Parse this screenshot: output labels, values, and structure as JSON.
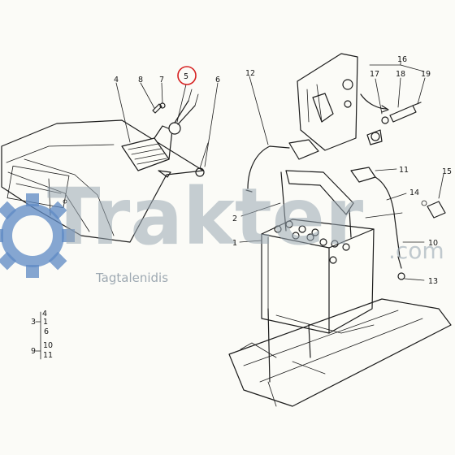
{
  "watermark": {
    "brand": "Trakter",
    "suffix": ".com",
    "tagline": "Tagtalenidis",
    "color": "#9aa8b3",
    "gear_color": "#5d89c4"
  },
  "highlight": {
    "part": "5",
    "color": "#d62020"
  },
  "callouts": {
    "c1": "1",
    "c2": "2",
    "c3": "3",
    "c4": "4",
    "c5": "5",
    "c6": "6",
    "c7": "7",
    "c8": "8",
    "c10": "10",
    "c11": "11",
    "c12": "12",
    "c13": "13",
    "c14": "14",
    "c15": "15",
    "c16": "16",
    "c17": "17",
    "c18": "18",
    "c19": "19"
  },
  "legend": {
    "l1": "3",
    "l2": "4",
    "l3": "1",
    "l4": "6",
    "l5": "9",
    "l6": "10",
    "l7": "11"
  }
}
